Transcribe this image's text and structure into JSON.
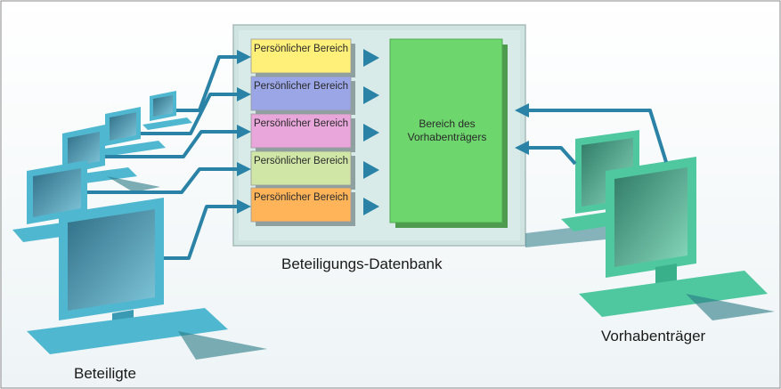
{
  "diagram": {
    "personal_areas": [
      {
        "label": "Persönlicher Bereich",
        "color": "#fff07a"
      },
      {
        "label": "Persönlicher Bereich",
        "color": "#9aa6e6"
      },
      {
        "label": "Persönlicher Bereich",
        "color": "#e8a6da"
      },
      {
        "label": "Persönlicher Bereich",
        "color": "#cfe6a6"
      },
      {
        "label": "Persönlicher Bereich",
        "color": "#ffb45a"
      }
    ],
    "project_area": {
      "label": "Bereich des Vorhabenträgers",
      "color": "#6dd66d"
    },
    "database_label": "Beteiligungs-Datenbank",
    "participants_label": "Beteiligte",
    "project_owner_label": "Vorhabenträger"
  },
  "colors": {
    "arrow": "#2a83a6",
    "monitor_blue": "#4fb8d0",
    "monitor_green": "#4fc8a0",
    "panel_bg": "#cfe3e0"
  }
}
